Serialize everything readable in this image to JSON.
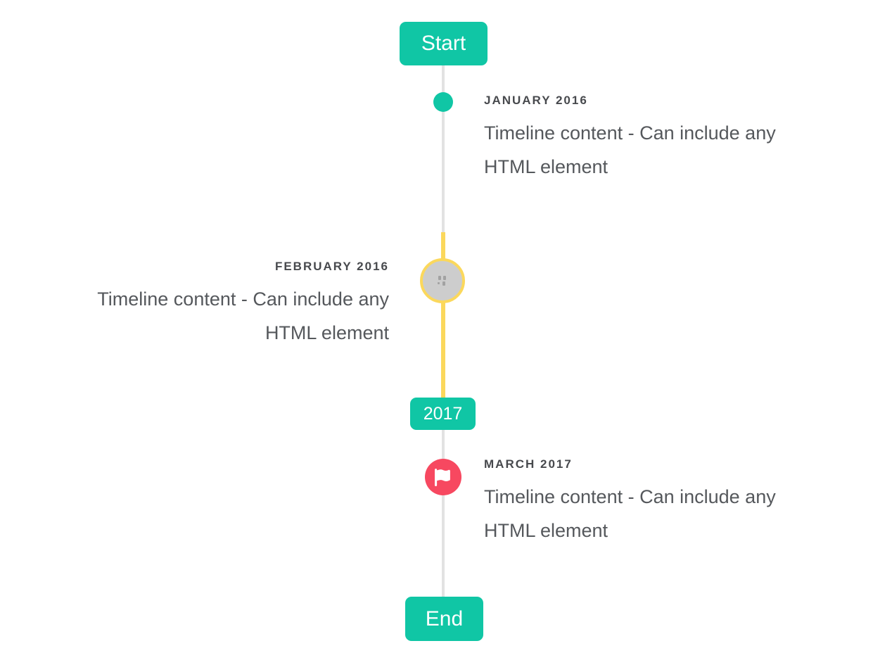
{
  "colors": {
    "accent_teal": "#10c6a5",
    "accent_yellow": "#fbd85c",
    "accent_red": "#f74860",
    "line_gray": "#e2e2e2",
    "circle_gray": "#cdcdcd",
    "title_text": "#47494d",
    "content_text": "#55585c",
    "badge_text": "#ffffff"
  },
  "timeline": {
    "start_badge": "Start",
    "year_badge": "2017",
    "end_badge": "End",
    "items": [
      {
        "date": "JANUARY 2016",
        "content": "Timeline content - Can include any HTML element",
        "side": "right",
        "marker": "teal-dot"
      },
      {
        "date": "FEBRUARY 2016",
        "content": "Timeline content - Can include any HTML element",
        "side": "left",
        "marker": "gray-circle-yellow-ring-broken-image"
      },
      {
        "date": "MARCH 2017",
        "content": "Timeline content - Can include any HTML element",
        "side": "right",
        "marker": "red-circle-flag"
      }
    ]
  },
  "icons": {
    "march_marker_icon": "flag-icon",
    "february_marker_icon": "broken-image-icon"
  }
}
